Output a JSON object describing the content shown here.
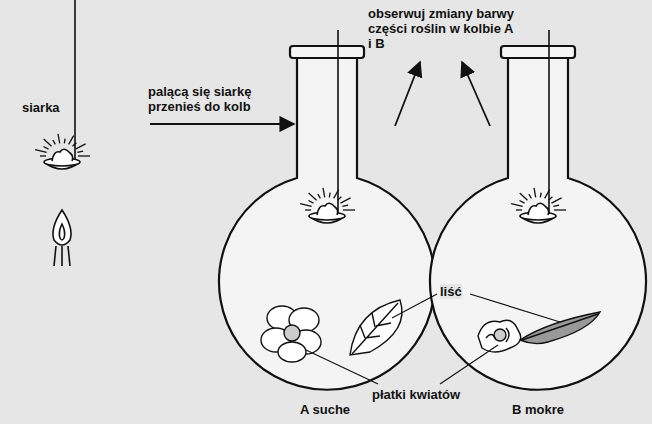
{
  "diagram": {
    "labels": [
      "siarka",
      "palącą się siarkę przenieś do kolb",
      "obserwuj zmiany barwy części roślin w kolbie A i B",
      "liść",
      "płatki kwiatów",
      "A suche",
      "B mokre"
    ]
  }
}
